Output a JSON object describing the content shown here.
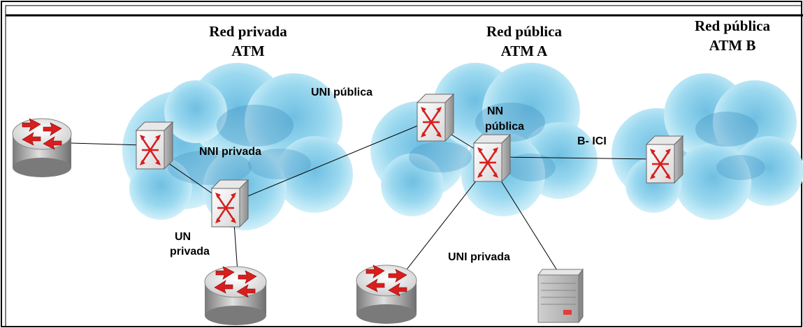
{
  "networks": {
    "private": {
      "title_line1": "Red privada",
      "title_line2": "ATM"
    },
    "public_a": {
      "title_line1": "Red pública",
      "title_line2": "ATM A"
    },
    "public_b": {
      "title_line1": "Red pública",
      "title_line2": "ATM B"
    }
  },
  "labels": {
    "uni_publica": "UNI pública",
    "nni_privada": "NNI privada",
    "uni_privada_left_1": "UN",
    "uni_privada_left_2": "privada",
    "nni_publica_1": "NN",
    "nni_publica_2": "pública",
    "b_ici": "B- ICI",
    "uni_privada_bottom": "UNI privada"
  },
  "colors": {
    "frame": "#000000",
    "cloud_light": "#d9f4fb",
    "cloud_mid": "#8ed3ec",
    "cloud_dark": "#3e8fc1",
    "arrow_red": "#d81e1e",
    "switch_face": "#f2f2f2",
    "router_body": "#9e9e9e",
    "server_led": "#e23b3b"
  }
}
